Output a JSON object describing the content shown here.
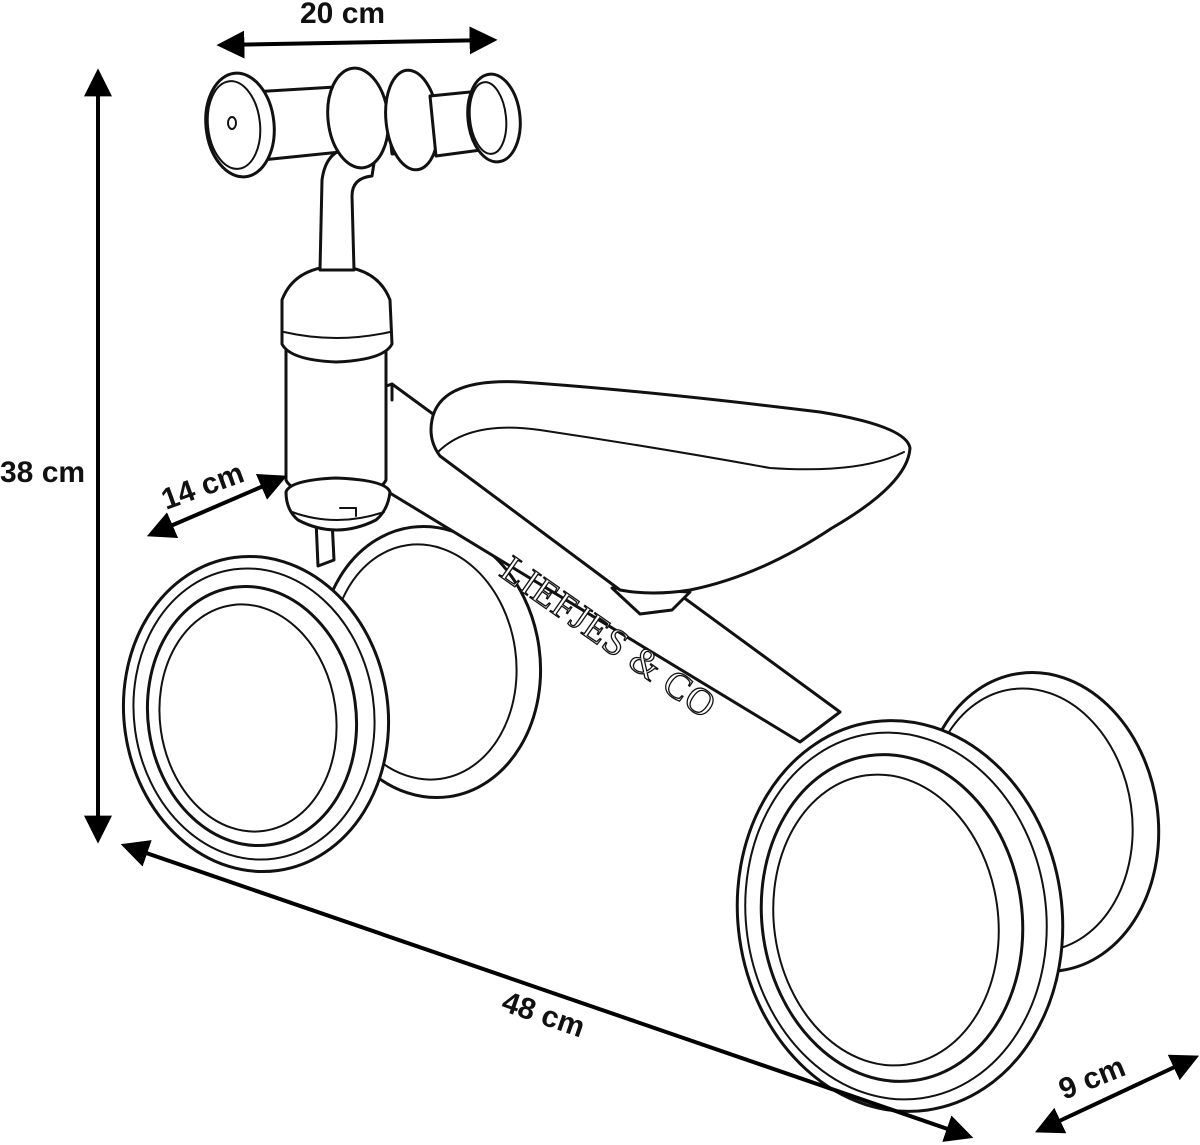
{
  "diagram": {
    "brand_text": "LIEFJES & CO",
    "dimensions": {
      "handlebar_width": "20 cm",
      "height": "38 cm",
      "column_depth": "14 cm",
      "length": "48 cm",
      "wheel_width": "9 cm"
    }
  }
}
